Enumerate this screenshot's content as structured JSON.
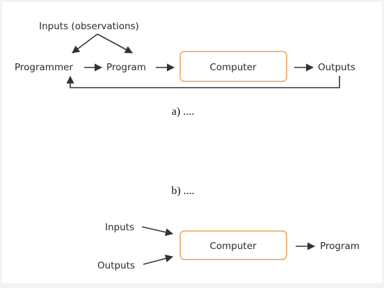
{
  "diagram_a": {
    "inputs_label": "Inputs (observations)",
    "programmer_label": "Programmer",
    "program_label": "Program",
    "computer_label": "Computer",
    "outputs_label": "Outputs"
  },
  "caption_a": "a) ....",
  "caption_b": "b) ....",
  "diagram_b": {
    "inputs_label": "Inputs",
    "outputs_label": "Outputs",
    "computer_label": "Computer",
    "program_label": "Program"
  },
  "colors": {
    "background": "#f1f4f7",
    "panel": "#ffffff",
    "box_border": "#f0b87a",
    "arrow": "#333333",
    "text": "#2a2a2a"
  }
}
